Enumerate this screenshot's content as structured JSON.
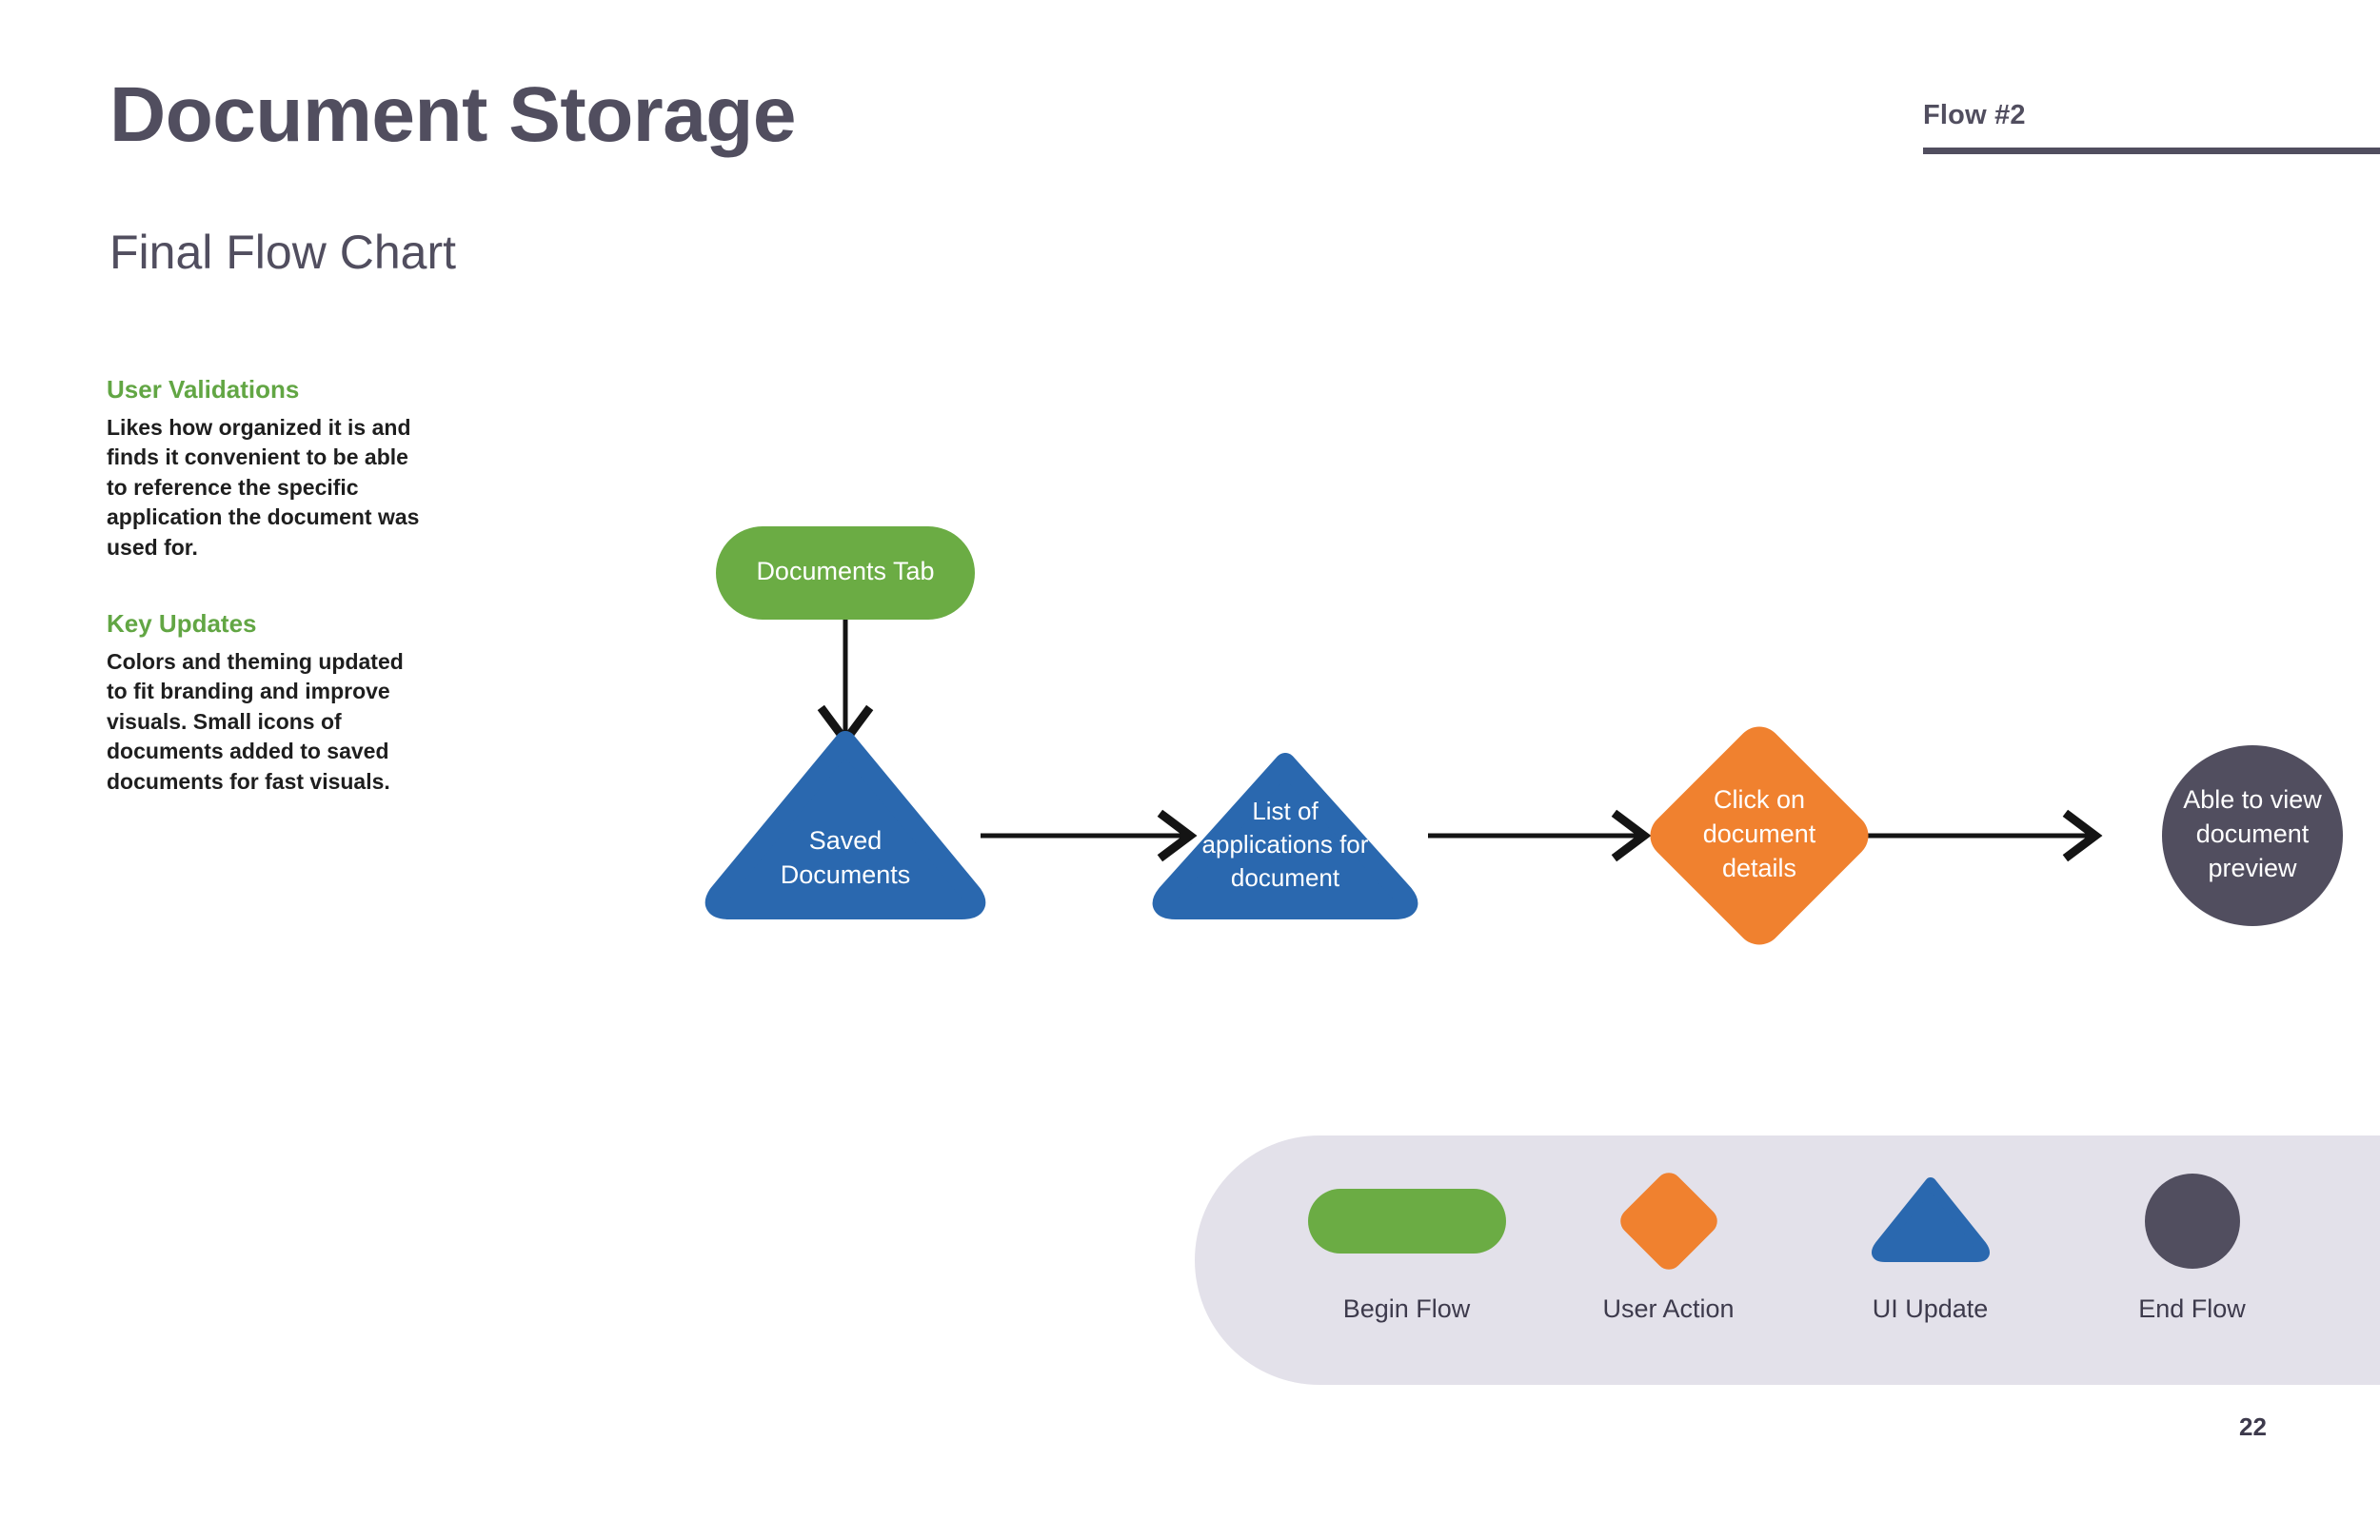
{
  "header": {
    "title": "Document Storage",
    "subtitle": "Final Flow Chart",
    "flow_tag": "Flow #2"
  },
  "notes": [
    {
      "heading": "User Validations",
      "body": "Likes how organized it is and finds it convenient to be able to reference the specific application the document was used for."
    },
    {
      "heading": "Key Updates",
      "body": "Colors and theming updated to fit branding and improve visuals. Small icons of documents added to saved documents for fast visuals."
    }
  ],
  "chart_data": {
    "type": "diagram",
    "title": "Document Storage — Final Flow Chart",
    "nodes": [
      {
        "id": "documents-tab",
        "label": "Documents Tab",
        "lines": [
          "Documents Tab"
        ],
        "shape": "pill",
        "category": "Begin Flow",
        "color": "#6BAC44",
        "text_color": "#FFFFFF"
      },
      {
        "id": "saved-documents",
        "label": "Saved Documents",
        "lines": [
          "Saved",
          "Documents"
        ],
        "shape": "triangle",
        "category": "UI Update",
        "color": "#2A68AF",
        "text_color": "#FFFFFF"
      },
      {
        "id": "list-of-applications",
        "label": "List of applications for document",
        "lines": [
          "List of",
          "applications for",
          "document"
        ],
        "shape": "triangle",
        "category": "UI Update",
        "color": "#2A68AF",
        "text_color": "#FFFFFF"
      },
      {
        "id": "click-on-document-details",
        "label": "Click on document details",
        "lines": [
          "Click on",
          "document",
          "details"
        ],
        "shape": "diamond",
        "category": "User Action",
        "color": "#F0812F",
        "text_color": "#FFFFFF"
      },
      {
        "id": "able-to-view-document-preview",
        "label": "Able to view document preview",
        "lines": [
          "Able to view",
          "document",
          "preview"
        ],
        "shape": "circle",
        "category": "End Flow",
        "color": "#514E5F",
        "text_color": "#FFFFFF"
      }
    ],
    "edges": [
      {
        "from": "documents-tab",
        "to": "saved-documents",
        "direction": "down"
      },
      {
        "from": "saved-documents",
        "to": "list-of-applications",
        "direction": "right"
      },
      {
        "from": "list-of-applications",
        "to": "click-on-document-details",
        "direction": "right"
      },
      {
        "from": "click-on-document-details",
        "to": "able-to-view-document-preview",
        "direction": "right"
      }
    ]
  },
  "flow_nodes": {
    "documents_tab": {
      "line1": "Documents Tab"
    },
    "saved_documents": {
      "line1": "Saved",
      "line2": "Documents"
    },
    "list_applications": {
      "line1": "List of",
      "line2": "applications for",
      "line3": "document"
    },
    "click_details": {
      "line1": "Click on",
      "line2": "document",
      "line3": "details"
    },
    "view_preview": {
      "line1": "Able to view",
      "line2": "document",
      "line3": "preview"
    }
  },
  "legend": {
    "items": [
      {
        "label": "Begin Flow",
        "shape": "pill",
        "color": "#6BAC44"
      },
      {
        "label": "User Action",
        "shape": "diamond",
        "color": "#F0812F"
      },
      {
        "label": "UI Update",
        "shape": "triangle",
        "color": "#2A68AF"
      },
      {
        "label": "End Flow",
        "shape": "circle",
        "color": "#514E5F"
      }
    ]
  },
  "footer": {
    "page_number": "22"
  },
  "colors": {
    "title": "#514E5F",
    "accent_green": "#62A644",
    "node_green": "#6BAC44",
    "node_blue": "#2A68AF",
    "node_orange": "#F0812F",
    "node_slate": "#514E5F",
    "legend_bg": "#E3E1EA",
    "body_text": "#1E1E1E",
    "connector": "#141414"
  }
}
